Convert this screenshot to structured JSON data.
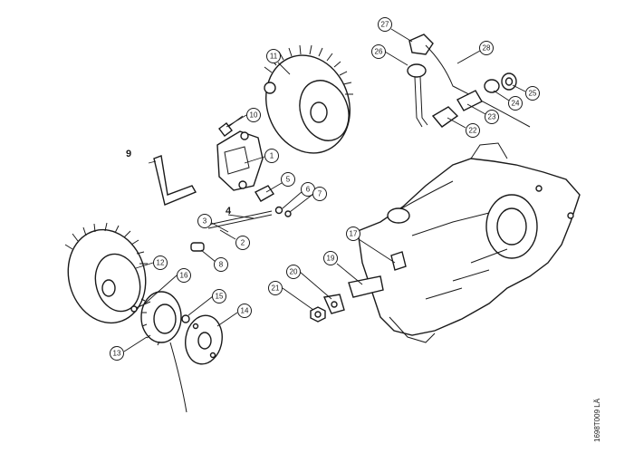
{
  "diagram": {
    "reference_code": "1698T009 LÄ",
    "callouts": [
      {
        "id": "c1",
        "label": "1"
      },
      {
        "id": "c2",
        "label": "2"
      },
      {
        "id": "c3",
        "label": "3"
      },
      {
        "id": "c5",
        "label": "5"
      },
      {
        "id": "c6",
        "label": "6"
      },
      {
        "id": "c7",
        "label": "7"
      },
      {
        "id": "c8",
        "label": "8"
      },
      {
        "id": "c10",
        "label": "10"
      },
      {
        "id": "c11",
        "label": "11"
      },
      {
        "id": "c12",
        "label": "12"
      },
      {
        "id": "c13",
        "label": "13"
      },
      {
        "id": "c14",
        "label": "14"
      },
      {
        "id": "c15",
        "label": "15"
      },
      {
        "id": "c16",
        "label": "16"
      },
      {
        "id": "c17",
        "label": "17"
      },
      {
        "id": "c19",
        "label": "19"
      },
      {
        "id": "c20",
        "label": "20"
      },
      {
        "id": "c21",
        "label": "21"
      },
      {
        "id": "c22",
        "label": "22"
      },
      {
        "id": "c23",
        "label": "23"
      },
      {
        "id": "c24",
        "label": "24"
      },
      {
        "id": "c25",
        "label": "25"
      },
      {
        "id": "c26",
        "label": "26"
      },
      {
        "id": "c27",
        "label": "27"
      },
      {
        "id": "c28",
        "label": "28"
      }
    ],
    "plain_labels": [
      {
        "id": "p4",
        "label": "4"
      },
      {
        "id": "p9",
        "label": "9"
      }
    ]
  }
}
